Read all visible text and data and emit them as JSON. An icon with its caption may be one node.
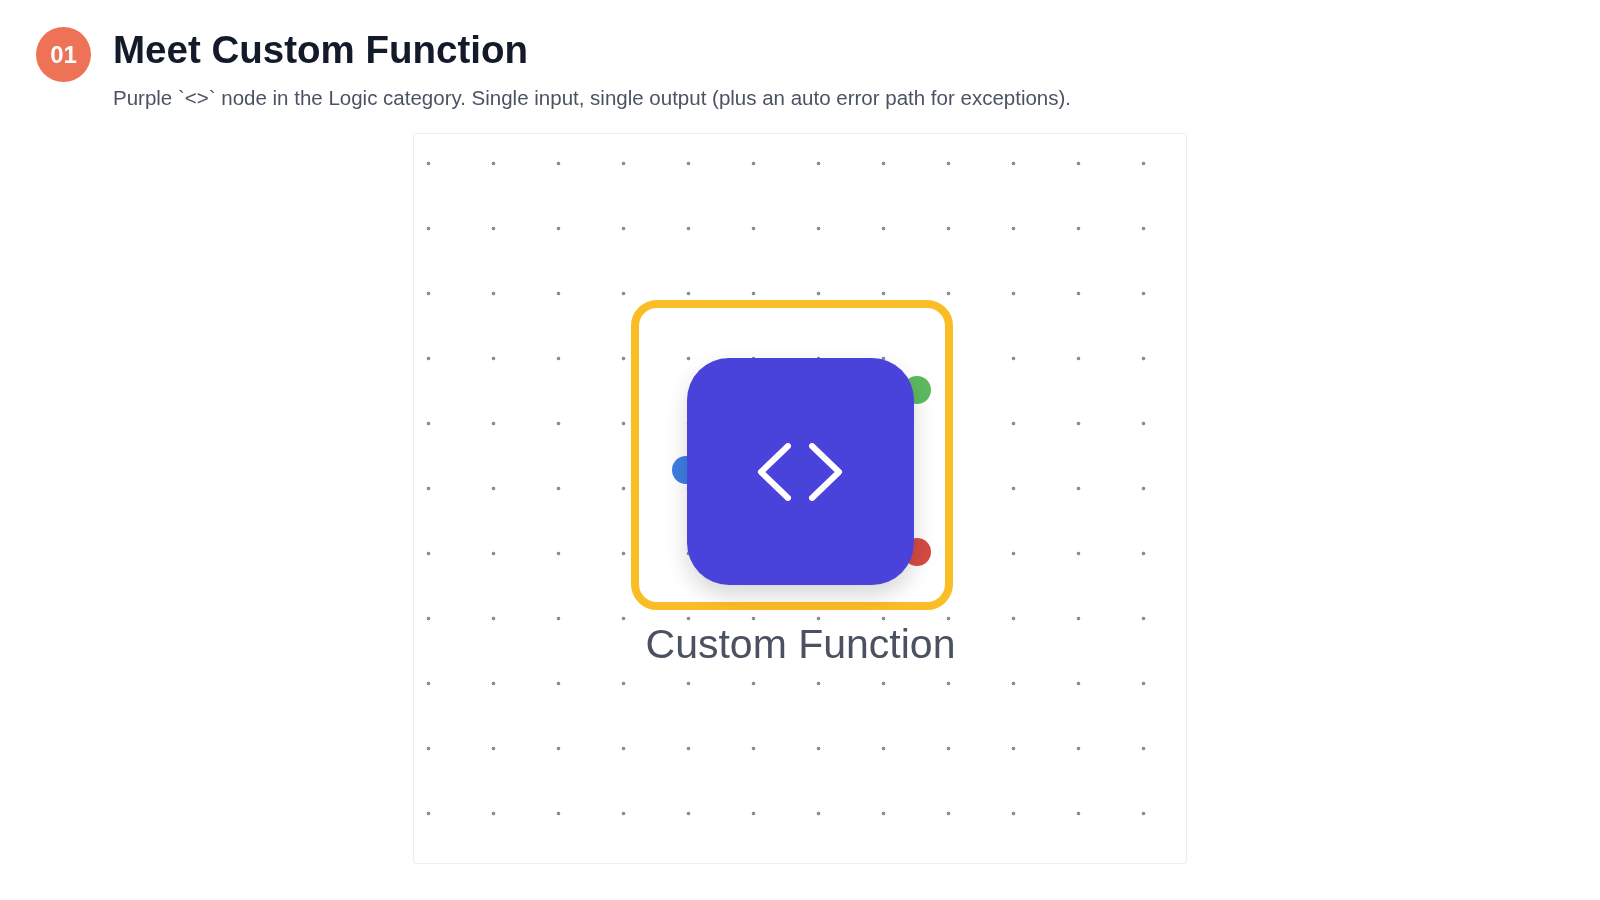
{
  "diagram": {
    "title": "Meet Custom Function",
    "nodes": [
      {
        "text": [
          "Custom Function"
        ]
      }
    ],
    "labels": [
      "01",
      "Purple `<>` node in the Logic category. Single input, single output (plus an auto error path for exceptions)."
    ]
  }
}
